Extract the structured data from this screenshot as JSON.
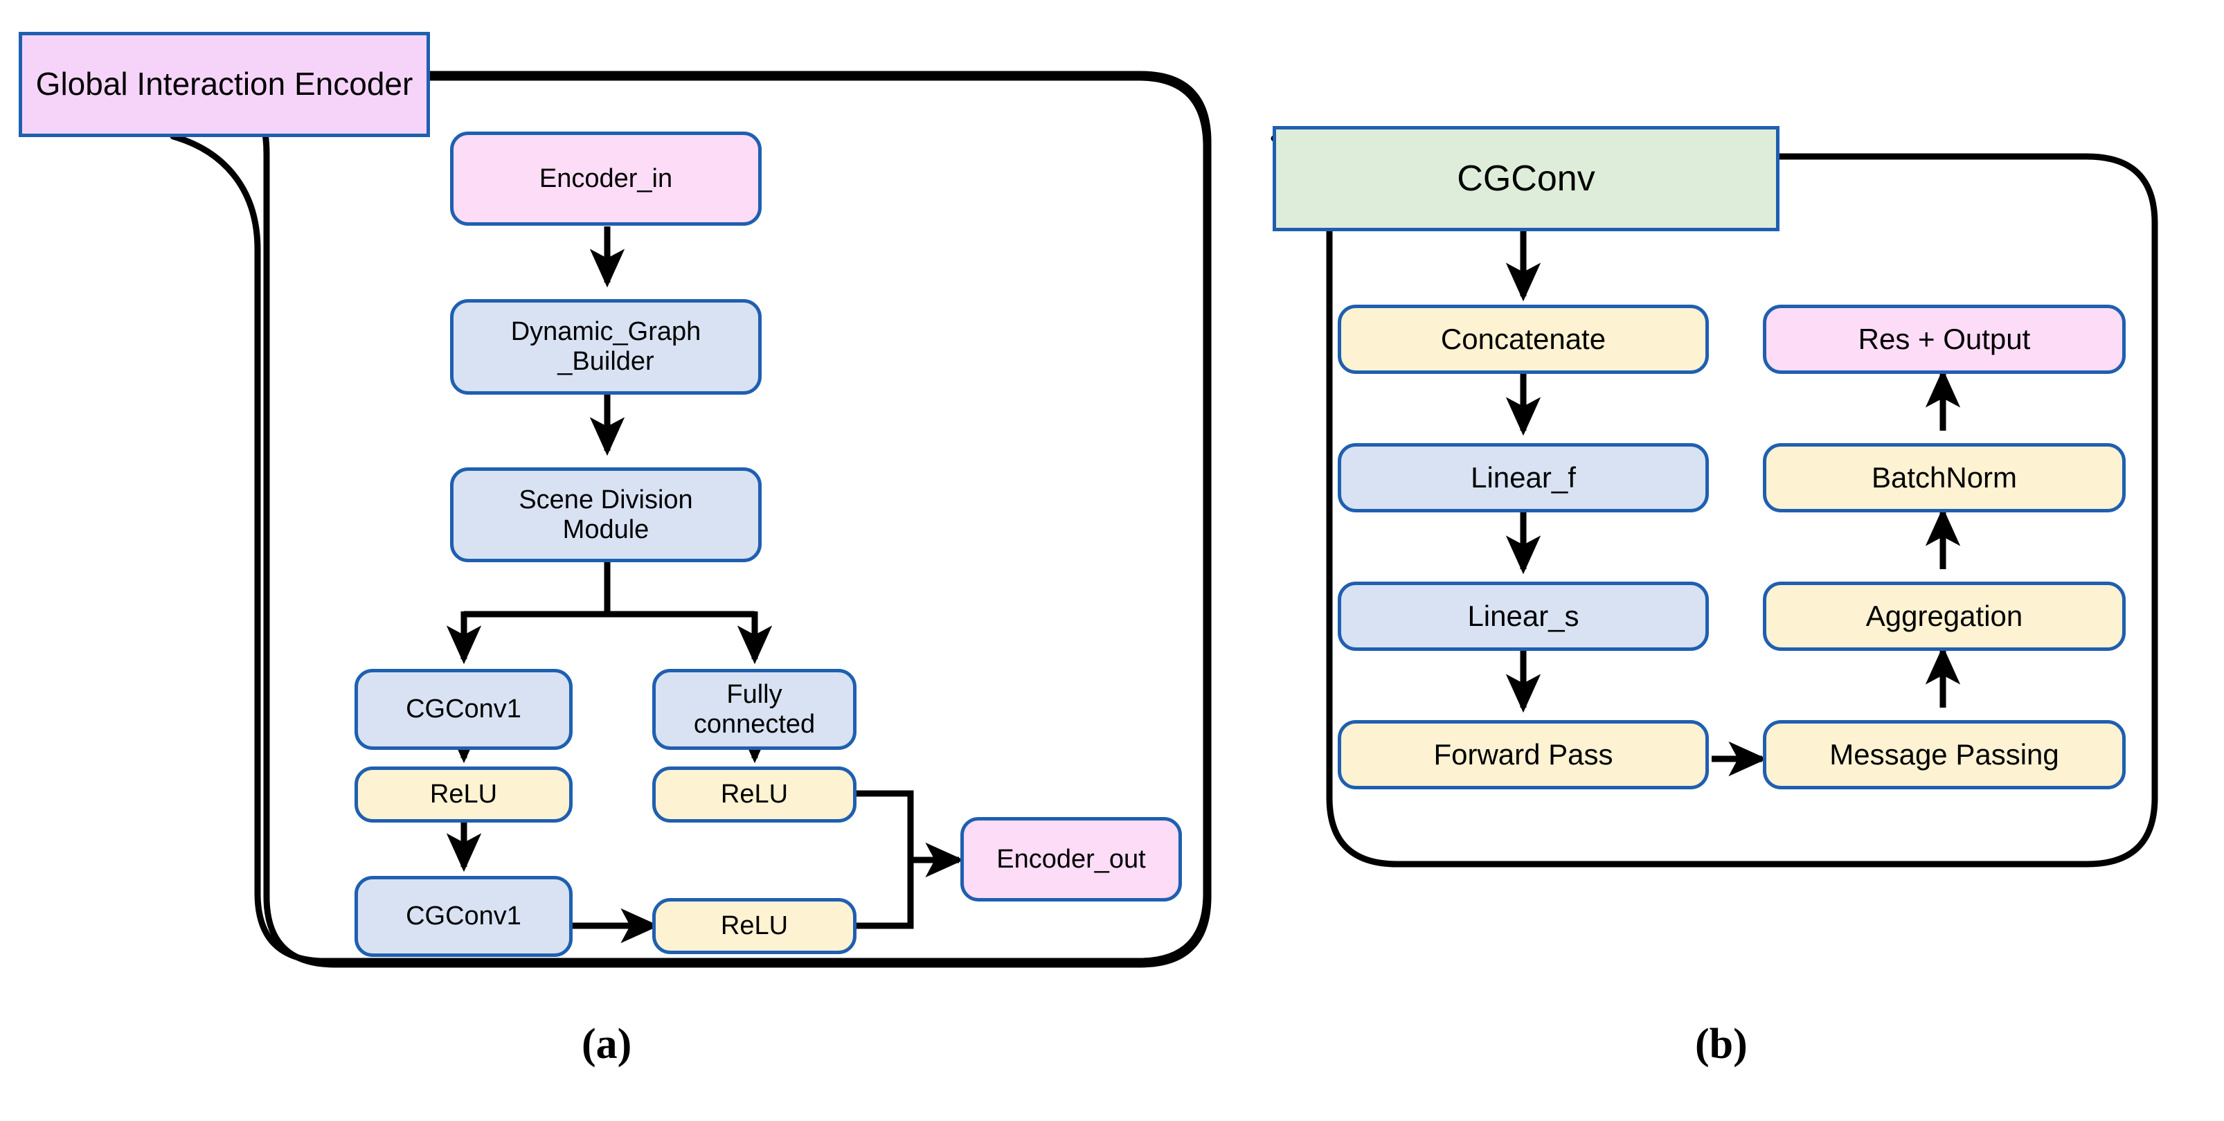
{
  "figure": {
    "panels": [
      {
        "id": "a",
        "caption": "(a)",
        "header": {
          "label": "Global Interaction Encoder",
          "fill": "#f6d4fa",
          "stroke": "#1f5fb0"
        },
        "nodes": [
          {
            "key": "encoder_in",
            "label": "Encoder_in",
            "fill": "#fcdcf6",
            "shape": "rounded"
          },
          {
            "key": "dynamic_graph",
            "label": "Dynamic_Graph\n_Builder",
            "fill": "#d8e2f3",
            "shape": "rounded"
          },
          {
            "key": "scene_division",
            "label": "Scene Division\nModule",
            "fill": "#d8e2f3",
            "shape": "rounded"
          },
          {
            "key": "cgconv1_a",
            "label": "CGConv1",
            "fill": "#d8e2f3",
            "shape": "rounded"
          },
          {
            "key": "fully_connected",
            "label": "Fully\nconnected",
            "fill": "#d8e2f3",
            "shape": "rounded"
          },
          {
            "key": "relu_left_1",
            "label": "ReLU",
            "fill": "#fdf2d2",
            "shape": "rounded"
          },
          {
            "key": "relu_right_1",
            "label": "ReLU",
            "fill": "#fdf2d2",
            "shape": "rounded"
          },
          {
            "key": "cgconv1_b",
            "label": "CGConv1",
            "fill": "#d8e2f3",
            "shape": "rounded"
          },
          {
            "key": "relu_right_2",
            "label": "ReLU",
            "fill": "#fdf2d2",
            "shape": "rounded"
          },
          {
            "key": "encoder_out",
            "label": "Encoder_out",
            "fill": "#fcdcf6",
            "shape": "rounded"
          }
        ],
        "edges": [
          {
            "from": "encoder_in",
            "to": "dynamic_graph",
            "type": "arrow-down"
          },
          {
            "from": "dynamic_graph",
            "to": "scene_division",
            "type": "arrow-down"
          },
          {
            "from": "scene_division",
            "to": "cgconv1_a",
            "type": "split-arrow-down-left"
          },
          {
            "from": "scene_division",
            "to": "fully_connected",
            "type": "split-arrow-down-right"
          },
          {
            "from": "cgconv1_a",
            "to": "relu_left_1",
            "type": "arrow-down"
          },
          {
            "from": "fully_connected",
            "to": "relu_right_1",
            "type": "arrow-down"
          },
          {
            "from": "relu_left_1",
            "to": "cgconv1_b",
            "type": "arrow-down"
          },
          {
            "from": "cgconv1_b",
            "to": "relu_right_2",
            "type": "arrow-right"
          },
          {
            "from": "relu_right_1",
            "to": "encoder_out",
            "type": "merge-arrow-right"
          },
          {
            "from": "relu_right_2",
            "to": "encoder_out",
            "type": "merge-arrow-right"
          }
        ]
      },
      {
        "id": "b",
        "caption": "(b)",
        "header": {
          "label": "CGConv",
          "fill": "#ddedd9",
          "stroke": "#1f5fb0"
        },
        "nodes": [
          {
            "key": "concatenate",
            "label": "Concatenate",
            "fill": "#fdf2d2",
            "shape": "rounded"
          },
          {
            "key": "linear_f",
            "label": "Linear_f",
            "fill": "#d8e2f3",
            "shape": "rounded"
          },
          {
            "key": "linear_s",
            "label": "Linear_s",
            "fill": "#d8e2f3",
            "shape": "rounded"
          },
          {
            "key": "forward_pass",
            "label": "Forward Pass",
            "fill": "#fdf2d2",
            "shape": "rounded"
          },
          {
            "key": "message_passing",
            "label": "Message Passing",
            "fill": "#fdf2d2",
            "shape": "rounded"
          },
          {
            "key": "aggregation",
            "label": "Aggregation",
            "fill": "#fdf2d2",
            "shape": "rounded"
          },
          {
            "key": "batchnorm",
            "label": "BatchNorm",
            "fill": "#fdf2d2",
            "shape": "rounded"
          },
          {
            "key": "res_output",
            "label": "Res + Output",
            "fill": "#fcdcf6",
            "shape": "rounded"
          }
        ],
        "edges": [
          {
            "from": "cgconv_header",
            "to": "concatenate",
            "type": "arrow-down"
          },
          {
            "from": "concatenate",
            "to": "linear_f",
            "type": "arrow-down"
          },
          {
            "from": "linear_f",
            "to": "linear_s",
            "type": "arrow-down"
          },
          {
            "from": "linear_s",
            "to": "forward_pass",
            "type": "arrow-down"
          },
          {
            "from": "forward_pass",
            "to": "message_passing",
            "type": "arrow-right"
          },
          {
            "from": "message_passing",
            "to": "aggregation",
            "type": "arrow-up"
          },
          {
            "from": "aggregation",
            "to": "batchnorm",
            "type": "arrow-up"
          },
          {
            "from": "batchnorm",
            "to": "res_output",
            "type": "arrow-up"
          }
        ]
      }
    ],
    "colors": {
      "node_stroke": "#1f5fb0",
      "container_stroke": "#000000",
      "blue_fill": "#d8e2f3",
      "yellow_fill": "#fdf2d2",
      "pink_fill": "#fcdcf6",
      "purple_fill": "#f6d4fa",
      "green_fill": "#ddedd9",
      "background": "#ffffff"
    }
  }
}
